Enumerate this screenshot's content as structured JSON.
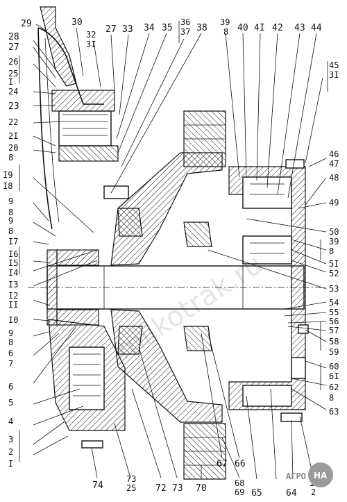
{
  "watermark": "milkotrak.ru",
  "logo": {
    "label": "АГРО",
    "badge": "НА"
  },
  "colors": {
    "ink": "#111111",
    "paper": "#ffffff",
    "logo_circle": "#9a9a9a"
  },
  "callouts_left": [
    "29",
    "28",
    "27",
    "26",
    "25",
    "I",
    "24",
    "23",
    "22",
    "2I",
    "20",
    "8",
    "I9",
    "I8",
    "9",
    "8",
    "9",
    "8",
    "I7",
    "I6",
    "I5",
    "I4",
    "I3",
    "I2",
    "II",
    "I0",
    "9",
    "8",
    "6",
    "7",
    "6",
    "5",
    "4",
    "3",
    "2",
    "I"
  ],
  "callouts_top": [
    "30",
    "32",
    "3I",
    "27",
    "33",
    "34",
    "35",
    "36",
    "37",
    "38",
    "39",
    "8",
    "40",
    "4I",
    "42",
    "43",
    "44"
  ],
  "callouts_right": [
    "45",
    "3I",
    "46",
    "47",
    "48",
    "49",
    "50",
    "39",
    "8",
    "5I",
    "52",
    "53",
    "54",
    "55",
    "56",
    "57",
    "58",
    "59",
    "60",
    "6I",
    "62",
    "8",
    "63"
  ],
  "callouts_bottom": [
    "74",
    "73",
    "25",
    "72",
    "73",
    "70",
    "68",
    "69",
    "67",
    "66",
    "65",
    "64",
    "I",
    "2"
  ]
}
